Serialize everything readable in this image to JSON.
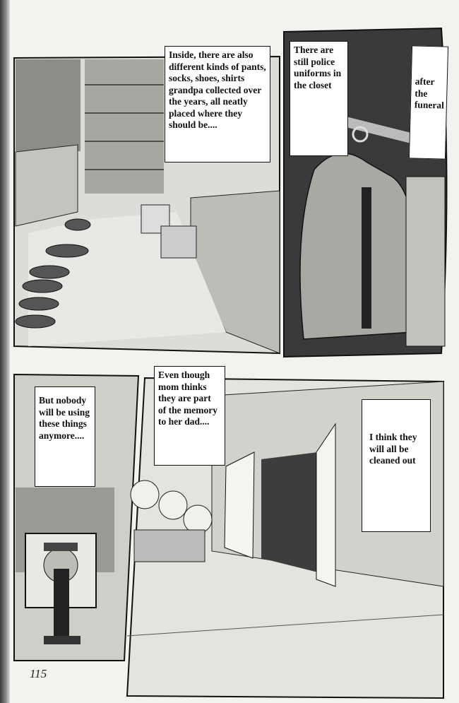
{
  "captions": {
    "closet_contents": "Inside, there are also different kinds of pants, socks, shoes, shirts grandpa collected over the years, all neatly placed where they should be....",
    "police_uniforms": "There are still police uniforms in the closet",
    "after_funeral": "after the funeral",
    "nobody_using": "But nobody will be using these things anymore....",
    "mom_thinks": "Even though mom thinks they are part of the memory to her dad....",
    "cleaned_out": "I think they will all be cleaned out"
  },
  "page_number": "115",
  "colors": {
    "paper": "#f3f2ef",
    "ink": "#111111",
    "caption_bg": "#ffffff"
  }
}
